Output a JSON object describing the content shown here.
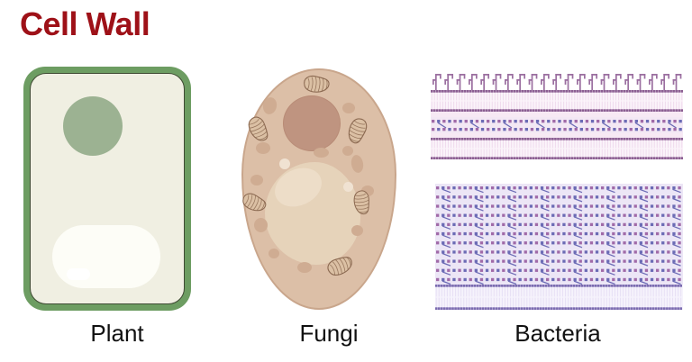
{
  "title": "Cell Wall",
  "colors": {
    "title": "#9e1118",
    "caption": "#111111",
    "background": "#ffffff",
    "plant_wall": "#6d9d62",
    "plant_membrane_line": "#3f4a33",
    "plant_cytoplasm": "#f0efe2",
    "plant_nucleus": "#9cb292",
    "plant_vacuole": "#fdfdf7",
    "fungi_cytoplasm": "#dcbfa7",
    "fungi_border": "#c9a68c",
    "fungi_nucleus": "#bf9480",
    "fungi_vacuole": "#e6d3ba",
    "fungi_vesicle": "#cfac92",
    "mitochondria_outline": "#8c6a52",
    "membrane_head_purple": "#9b6fa0",
    "membrane_tail_pink": "#e8cfe4",
    "peptidoglycan_purple": "#a06aa8",
    "peptidoglycan_blue": "#6b6bb5",
    "periplasm_pink": "#f5e6f2",
    "peptidoglycan_field": "#ece6f6"
  },
  "panels": [
    {
      "id": "plant",
      "caption": "Plant",
      "cell_type": "plant-cell",
      "structures": [
        "cell-wall",
        "plasma-membrane",
        "cytoplasm",
        "nucleus",
        "vacuole"
      ]
    },
    {
      "id": "fungi",
      "caption": "Fungi",
      "cell_type": "fungal-cell",
      "structures": [
        "cell-wall",
        "cytoplasm",
        "nucleus",
        "vacuole",
        "mitochondria",
        "vesicles"
      ]
    },
    {
      "id": "bacteria",
      "caption": "Bacteria",
      "cell_type": "bacterial-cell-wall",
      "structures": [
        "gram-negative-envelope",
        "gram-positive-envelope"
      ]
    }
  ],
  "bacteria_detail": {
    "gram_negative": {
      "name": "gram-negative-envelope",
      "layers": [
        "lipopolysaccharide-projections",
        "outer-membrane-bilayer",
        "periplasmic-space",
        "thin-peptidoglycan-layer",
        "periplasmic-space",
        "inner-plasma-membrane-bilayer"
      ],
      "lps_count": 21,
      "peptidoglycan_rows": 2
    },
    "gram_positive": {
      "name": "gram-positive-envelope",
      "layers": [
        "thick-peptidoglycan-layer",
        "plasma-membrane-bilayer"
      ],
      "peptidoglycan_rows": 11
    }
  },
  "fungi_organelles": {
    "mitochondria_count": 6,
    "vesicle_count": 14,
    "nucleus": "nucleus",
    "vacuole": "vacuole"
  }
}
